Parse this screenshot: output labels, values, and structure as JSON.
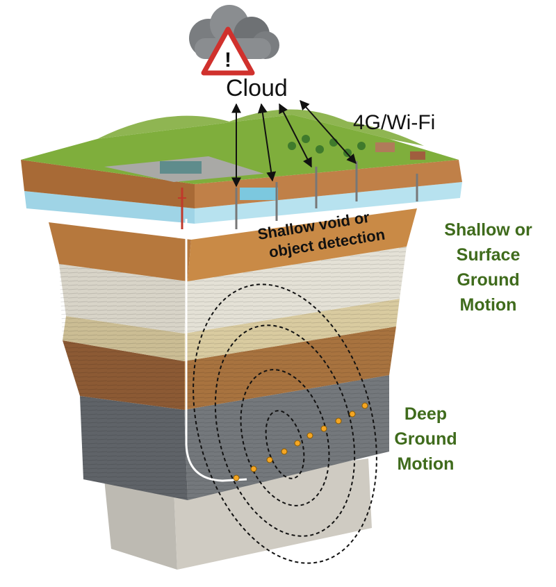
{
  "labels": {
    "cloud": "Cloud",
    "network": "4G/Wi-Fi",
    "shallow_detection": [
      "Shallow void or",
      "object detection"
    ],
    "shallow_motion": [
      "Shallow or",
      "Surface",
      "Ground",
      "Motion"
    ],
    "deep_motion": [
      "Deep",
      "Ground",
      "Motion"
    ]
  },
  "icons": [
    "cloud-icon",
    "warning-icon",
    "cell-tower-icon",
    "geophone-sensor-icon"
  ],
  "colors": {
    "label_green": "#3f6b1c",
    "water": "#9fd4e6",
    "sensor": "#f5a623"
  }
}
